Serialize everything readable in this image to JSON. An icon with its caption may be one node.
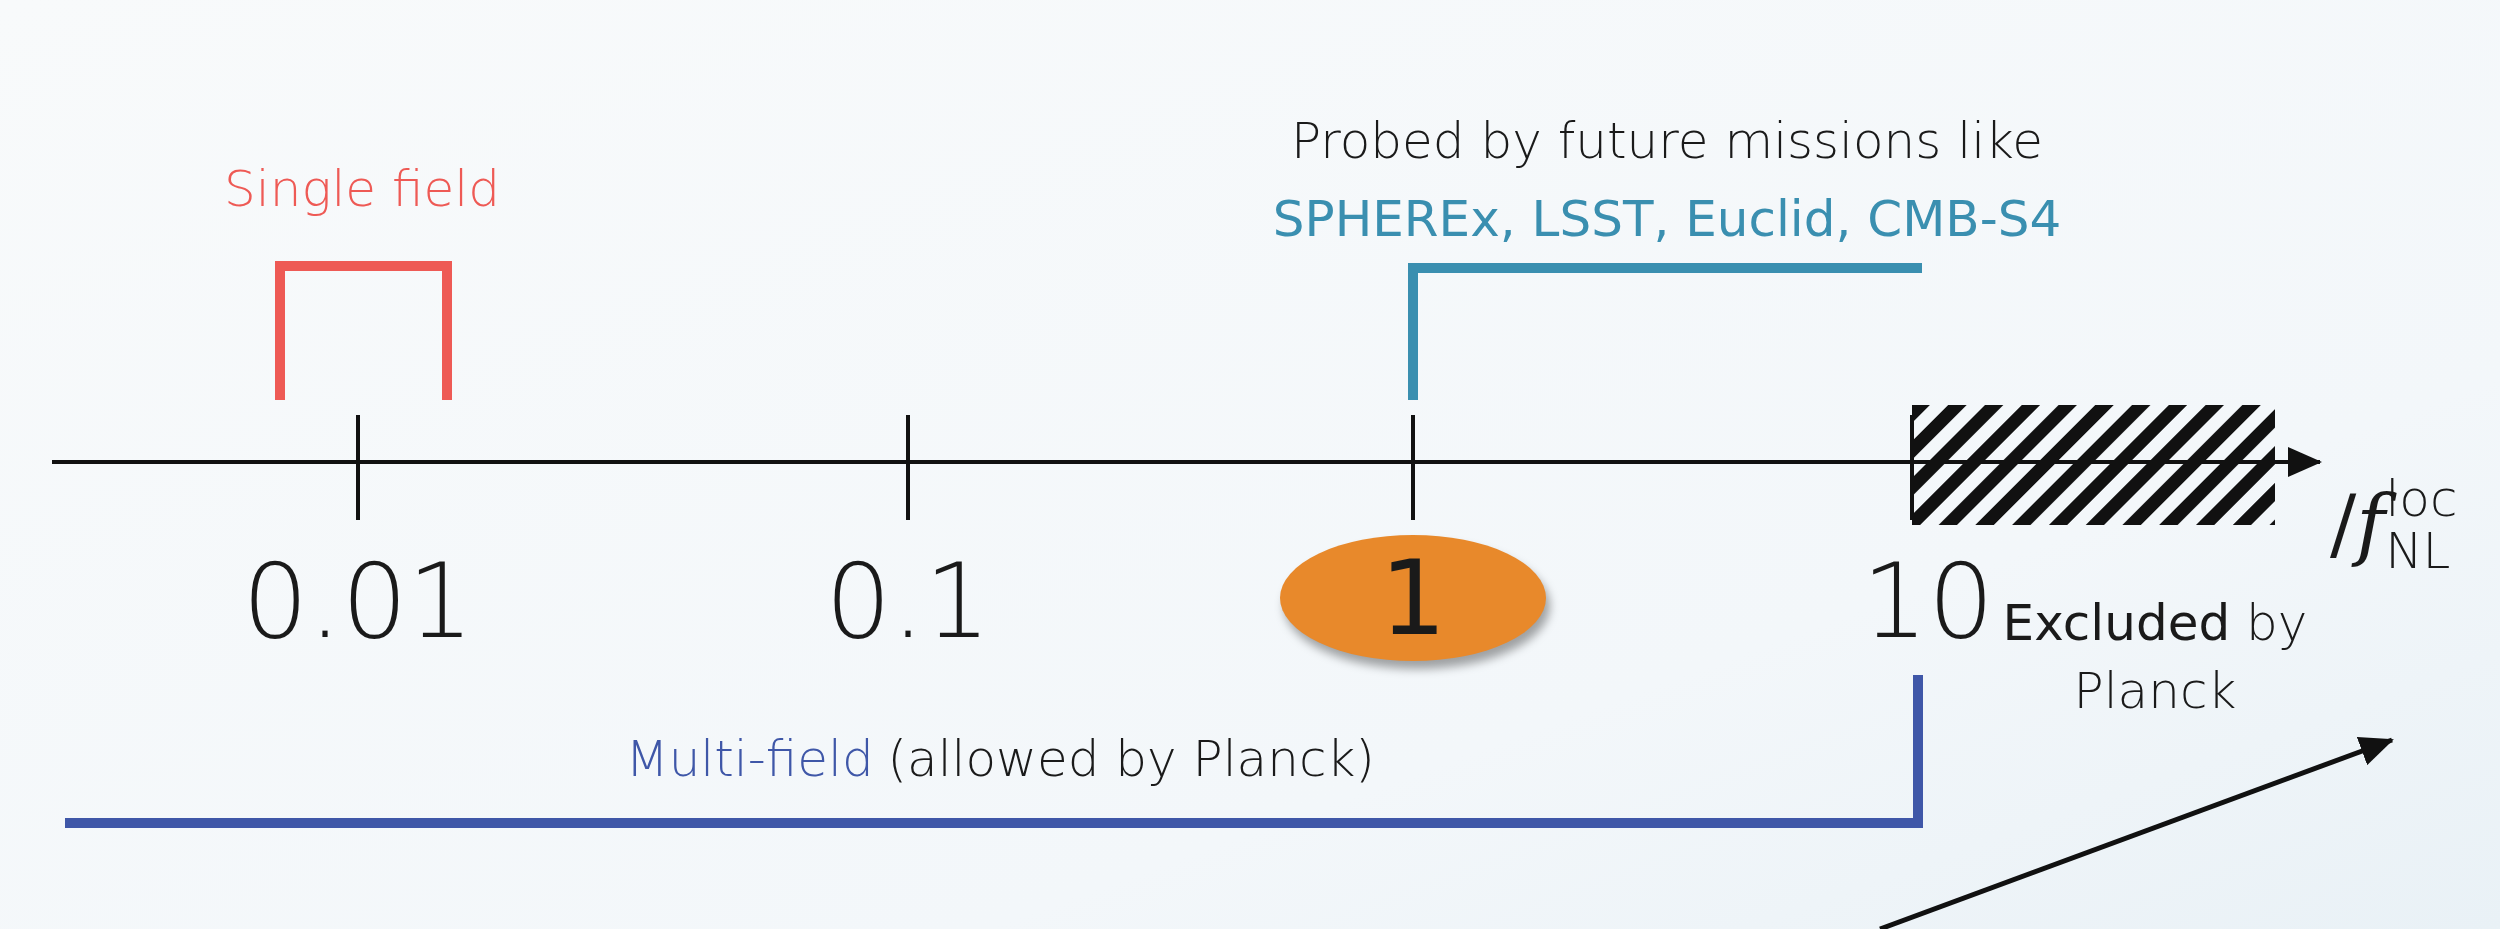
{
  "diagram": {
    "nodes": [
      {
        "text": [
          "1"
        ]
      },
      {
        "text": [],
        "shape": "box"
      }
    ],
    "labels": [
      "Probed by future missions like",
      "SPHEREx, LSST, Euclid, CMB-S4",
      "Single field",
      "0.01",
      "0.1",
      "10",
      "**Excluded** by Planck",
      "/*f*$_{NL}$$^{loc}$",
      "Multi-field",
      "(allowed by Planck)"
    ]
  }
}
